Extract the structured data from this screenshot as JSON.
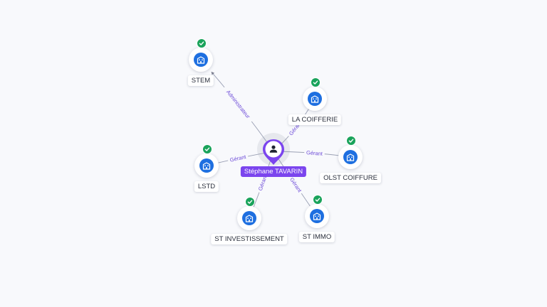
{
  "center": {
    "name": "Stéphane TAVARIN",
    "icon": "person-icon",
    "color": "#7b45ee"
  },
  "companies": [
    {
      "id": "stem",
      "name": "STEM",
      "relation": "Administrateur",
      "verified": true
    },
    {
      "id": "la-coifferie",
      "name": "LA COIFFERIE",
      "relation": "Gérant",
      "verified": true
    },
    {
      "id": "olst-coiffure",
      "name": "OLST COIFFURE",
      "relation": "Gérant",
      "verified": true
    },
    {
      "id": "lstd",
      "name": "LSTD",
      "relation": "Gérant",
      "verified": true
    },
    {
      "id": "st-investissement",
      "name": "ST INVESTISSEMENT",
      "relation": "Gérant",
      "verified": true
    },
    {
      "id": "st-immo",
      "name": "ST IMMO",
      "relation": "Gérant",
      "verified": true
    }
  ],
  "colors": {
    "company_icon": "#1e6fe0",
    "verified_badge": "#1aa35b",
    "edge": "#9aa0b4",
    "edge_label": "#6d4bd8"
  },
  "icons": {
    "company": "building-icon",
    "verified": "check-icon"
  }
}
